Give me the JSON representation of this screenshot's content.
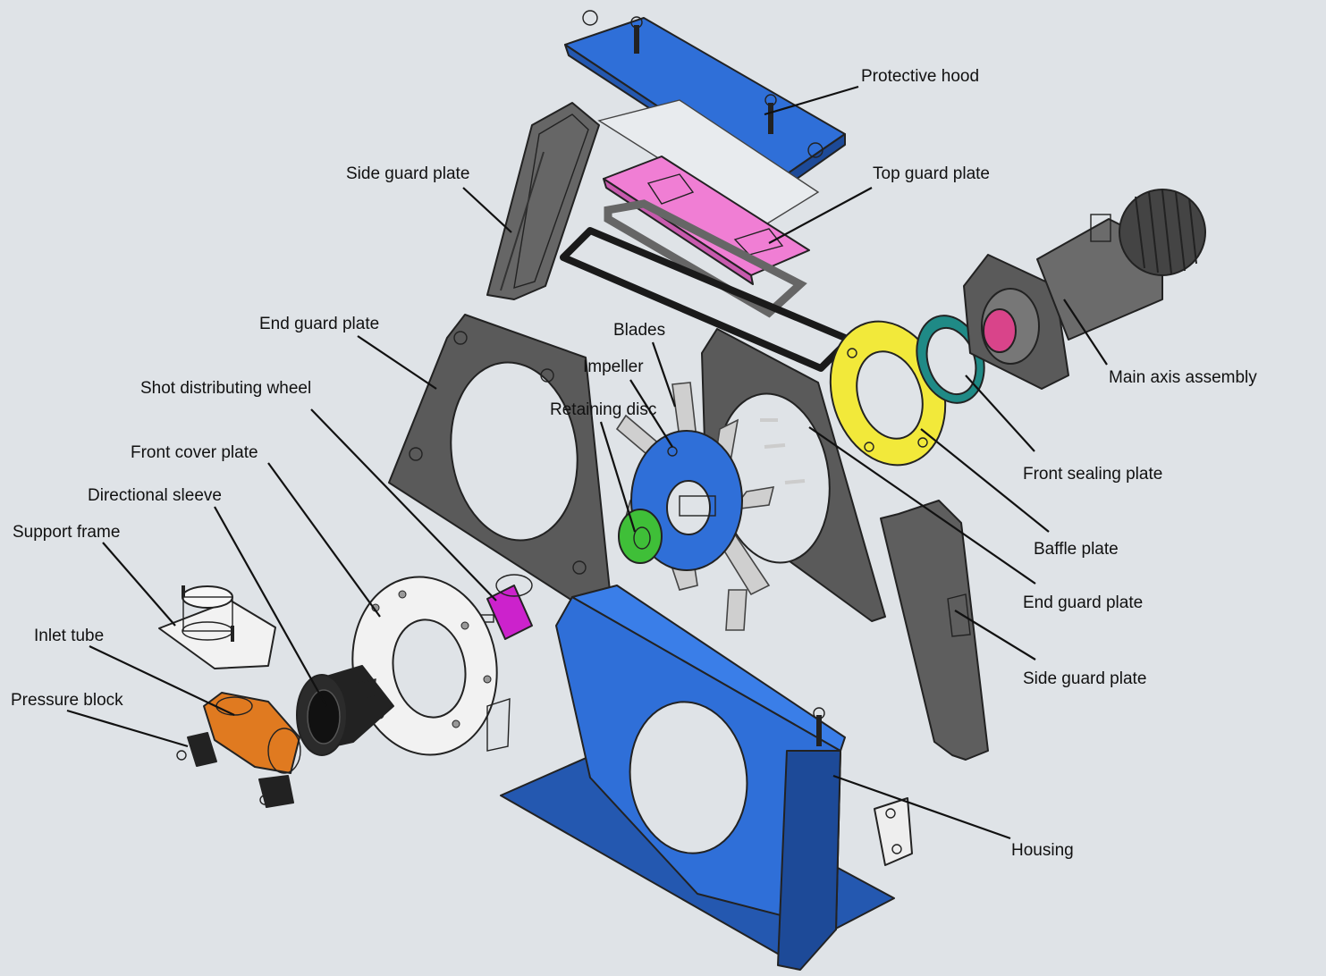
{
  "colors": {
    "background": "#dfe3e7",
    "blue": "#2f6fd8",
    "pink": "#f07ed4",
    "yellow": "#f2e93a",
    "teal": "#1f8a86",
    "green": "#3fbf38",
    "magenta": "#cc22cc",
    "orange": "#e07a20",
    "dark_gray": "#5a5a5a",
    "light_plate": "#f2f2f2"
  },
  "labels": {
    "protective_hood": "Protective hood",
    "side_guard_plate_top": "Side guard plate",
    "top_guard_plate": "Top guard plate",
    "end_guard_plate_left": "End guard plate",
    "blades": "Blades",
    "impeller": "Impeller",
    "retaining_disc": "Retaining disc",
    "shot_distributing_wheel": "Shot distributing wheel",
    "main_axis_assembly": "Main axis assembly",
    "front_cover_plate": "Front cover plate",
    "directional_sleeve": "Directional sleeve",
    "support_frame": "Support frame",
    "front_sealing_plate": "Front sealing plate",
    "baffle_plate": "Baffle plate",
    "end_guard_plate_right": "End guard plate",
    "inlet_tube": "Inlet tube",
    "pressure_block": "Pressure block",
    "side_guard_plate_bottom": "Side guard plate",
    "housing": "Housing"
  }
}
